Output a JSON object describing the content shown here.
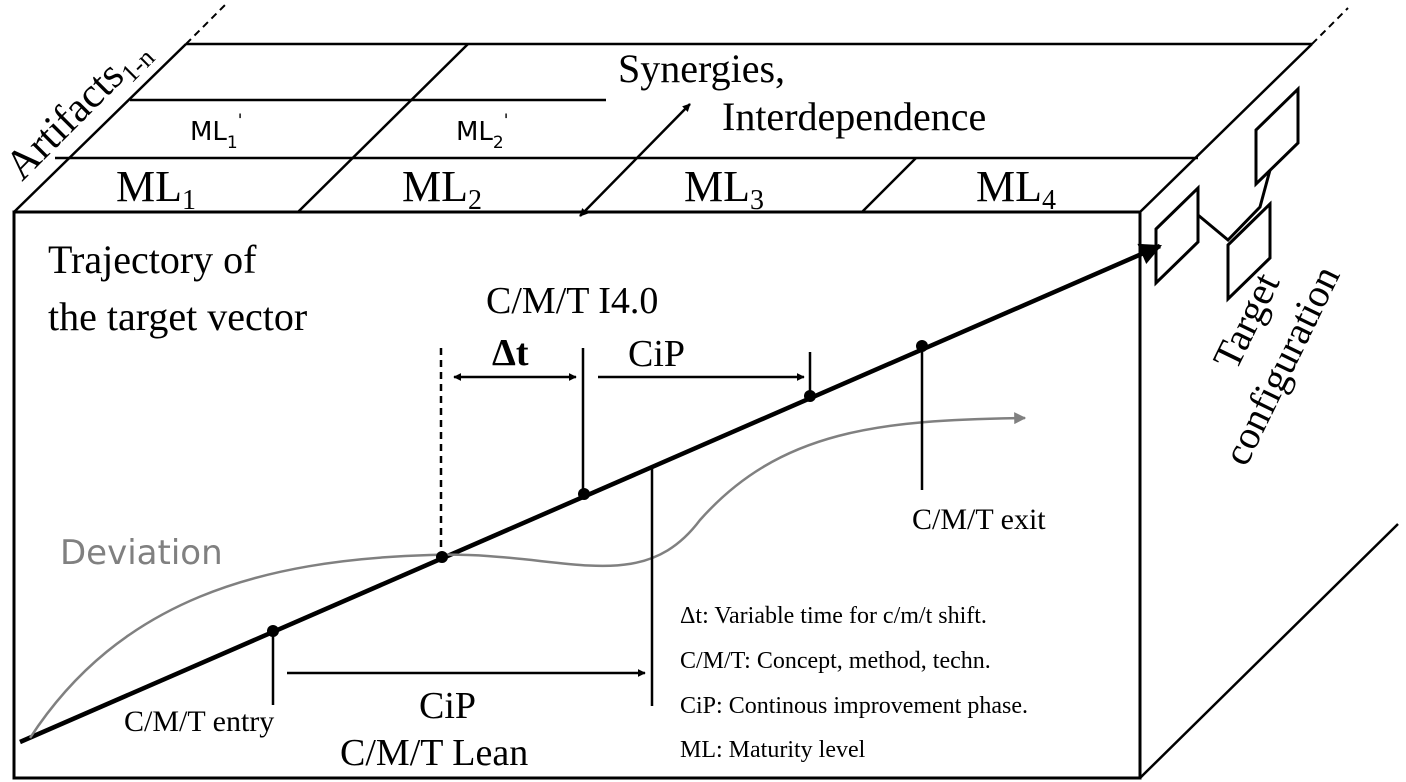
{
  "artifacts": {
    "base": "Artifacts",
    "sub": "1-n"
  },
  "maturity_levels": [
    {
      "base": "ML",
      "sub": "1"
    },
    {
      "base": "ML",
      "sub": "2"
    },
    {
      "base": "ML",
      "sub": "3"
    },
    {
      "base": "ML",
      "sub": "4"
    }
  ],
  "maturity_levels_prime": [
    {
      "base": "ML",
      "sub": "1",
      "sup": "'"
    },
    {
      "base": "ML",
      "sub": "2",
      "sup": "'"
    }
  ],
  "synergies": {
    "line1": "Synergies,",
    "line2": "Interdependence"
  },
  "trajectory": {
    "line1": "Trajectory of",
    "line2": "the target vector"
  },
  "cmt_i40": "C/M/T I4.0",
  "delta_t": "Δt",
  "cip_upper": "CiP",
  "deviation": "Deviation",
  "cmt_exit": "C/M/T exit",
  "cmt_entry": "C/M/T entry",
  "cip_lower": {
    "line1": "CiP",
    "line2": "C/M/T Lean"
  },
  "target_configuration": {
    "line1": "Target",
    "line2": "configuration"
  },
  "legend": [
    "Δt: Variable time for c/m/t shift.",
    "C/M/T: Concept, method, techn.",
    "CiP: Continous improvement phase.",
    "ML: Maturity level"
  ],
  "colors": {
    "line": "#000000",
    "deviation": "#808080"
  }
}
